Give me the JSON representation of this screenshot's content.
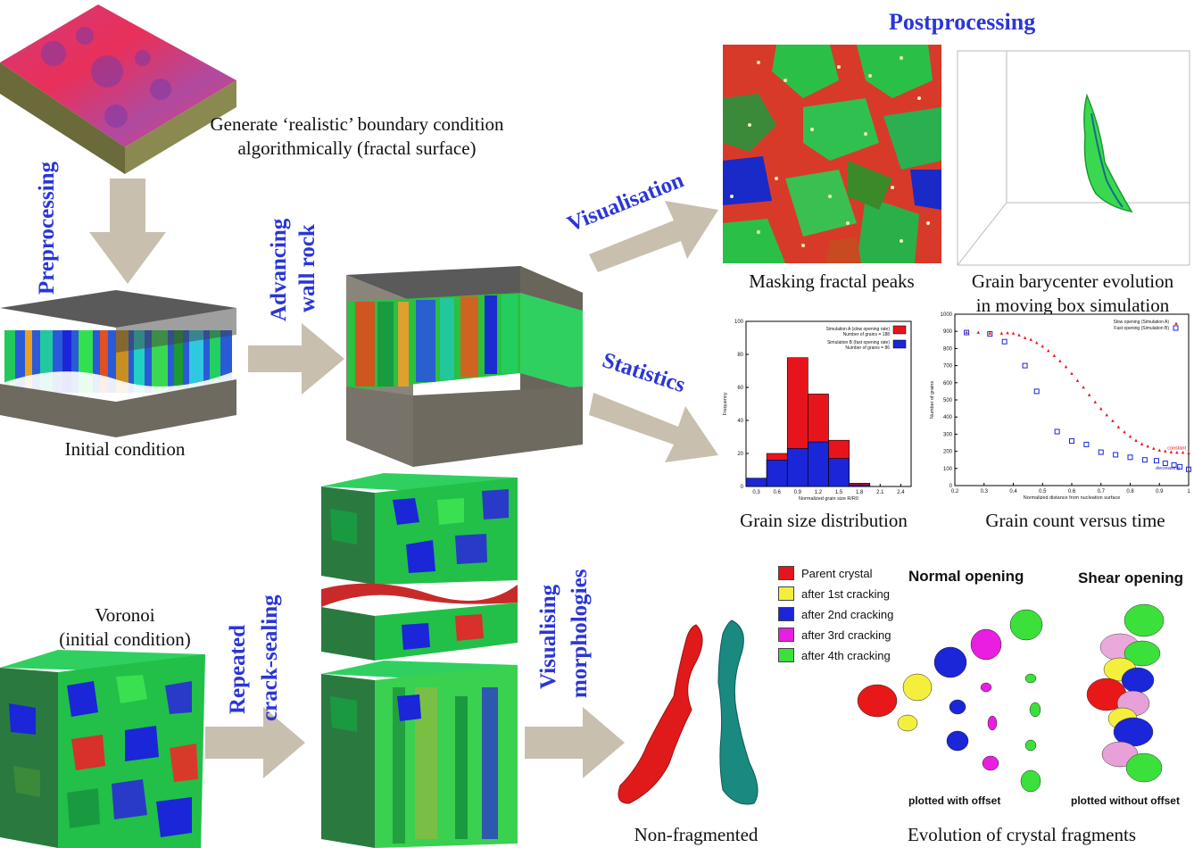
{
  "headings": {
    "postprocessing": "Postprocessing"
  },
  "flow_labels": {
    "preprocessing": "Preprocessing",
    "advancing_line1": "Advancing",
    "advancing_line2": "wall rock",
    "visualisation": "Visualisation",
    "statistics": "Statistics",
    "repeated_line1": "Repeated",
    "repeated_line2": "crack-sealing",
    "visualising_line1": "Visualising",
    "visualising_line2": "morphologies"
  },
  "captions": {
    "generate_line1": "Generate ‘realistic’ boundary condition",
    "generate_line2": "algorithmically (fractal surface)",
    "initial_condition": "Initial condition",
    "masking": "Masking fractal peaks",
    "barycenter_line1": "Grain barycenter evolution",
    "barycenter_line2": "in moving box simulation",
    "grain_size": "Grain size distribution",
    "grain_count": "Grain count versus time",
    "voronoi_line1": "Voronoi",
    "voronoi_line2": "(initial condition)",
    "non_fragmented": "Non-fragmented",
    "evolution": "Evolution of crystal fragments",
    "normal_opening": "Normal opening",
    "shear_opening": "Shear opening",
    "plotted_with": "plotted with offset",
    "plotted_without": "plotted without offset"
  },
  "legend": [
    {
      "label": "Parent crystal",
      "color": "#e8141c"
    },
    {
      "label": "after 1st cracking",
      "color": "#f4ef3c"
    },
    {
      "label": "after 2nd cracking",
      "color": "#1a26d8"
    },
    {
      "label": "after 3rd cracking",
      "color": "#e81ee0"
    },
    {
      "label": "after 4th cracking",
      "color": "#3ce03a"
    }
  ],
  "chart_data": [
    {
      "type": "bar",
      "xlabel": "Normalized grain size R/R0",
      "ylabel": "Frequency",
      "xticks": [
        "0.3",
        "0.6",
        "0.9",
        "1.2",
        "1.5",
        "1.8",
        "2.1",
        "2.4"
      ],
      "yticks": [
        "0",
        "20",
        "40",
        "60",
        "80",
        "100"
      ],
      "ylim": [
        0,
        100
      ],
      "bin_edges": [
        0.15,
        0.45,
        0.75,
        1.05,
        1.35,
        1.65,
        1.95
      ],
      "series": [
        {
          "name": "Simulation A (slow opening rate)",
          "values": [
            5,
            20,
            78,
            56,
            28,
            2
          ],
          "color": "#e8141c"
        },
        {
          "name": "Simulation B (fast opening rate)",
          "values": [
            5,
            16,
            23,
            27,
            17,
            1
          ],
          "color": "#1a26d8"
        }
      ],
      "legend_notes": [
        "Number of grains = 188",
        "Number of grains = 86"
      ]
    },
    {
      "type": "scatter",
      "xlabel": "Normalized distance from nucleation surface",
      "ylabel": "Number of grains",
      "xticks": [
        "0.2",
        "0.3",
        "0.4",
        "0.5",
        "0.6",
        "0.7",
        "0.8",
        "0.9",
        "1"
      ],
      "yticks": [
        "0",
        "100",
        "200",
        "300",
        "400",
        "500",
        "600",
        "700",
        "800",
        "900",
        "1000"
      ],
      "xlim": [
        0.2,
        1.0
      ],
      "ylim": [
        0,
        1000
      ],
      "annotations": [
        "constant",
        "decreasing"
      ],
      "series": [
        {
          "name": "Slow opening (Simulation A)",
          "color": "#e8141c",
          "x": [
            0.24,
            0.28,
            0.32,
            0.36,
            0.38,
            0.4,
            0.42,
            0.44,
            0.46,
            0.48,
            0.5,
            0.52,
            0.54,
            0.56,
            0.58,
            0.6,
            0.62,
            0.64,
            0.66,
            0.68,
            0.7,
            0.72,
            0.74,
            0.76,
            0.78,
            0.8,
            0.82,
            0.84,
            0.86,
            0.88,
            0.9,
            0.92,
            0.94,
            0.96,
            0.98,
            1.0
          ],
          "y": [
            895,
            895,
            890,
            890,
            893,
            890,
            880,
            865,
            855,
            835,
            815,
            790,
            760,
            730,
            695,
            655,
            615,
            575,
            530,
            490,
            450,
            415,
            380,
            345,
            315,
            290,
            265,
            245,
            232,
            218,
            208,
            202,
            198,
            196,
            195,
            193
          ]
        },
        {
          "name": "Fast opening (Simulation B)",
          "color": "#1a26d8",
          "x": [
            0.24,
            0.32,
            0.37,
            0.44,
            0.48,
            0.55,
            0.6,
            0.65,
            0.7,
            0.75,
            0.8,
            0.85,
            0.89,
            0.92,
            0.95,
            0.97,
            1.0
          ],
          "y": [
            893,
            885,
            840,
            700,
            550,
            315,
            260,
            240,
            195,
            180,
            165,
            150,
            145,
            130,
            120,
            110,
            95
          ]
        }
      ]
    }
  ]
}
